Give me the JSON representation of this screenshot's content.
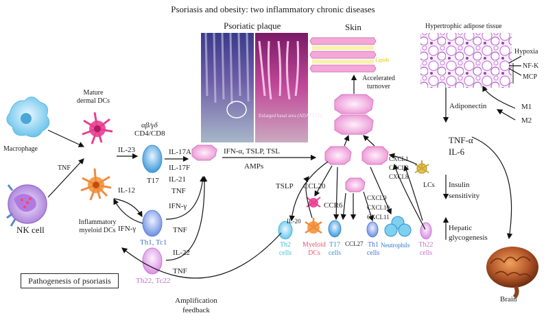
{
  "title": "Psoriasis and obesity: two inflammatory chronic diseases",
  "panels": {
    "psoriatic_plaque": "Psoriatic plaque",
    "skin": "Skin",
    "adipose": "Hypertrophic adipose tissue",
    "plaque_inset": "Enlarged basal area (ADAPTED)",
    "lipids": "Lipids"
  },
  "cells": {
    "macrophage": "Macrophage",
    "nk_cell": "NK cell",
    "mature_dcs": "Mature\ndermal DCs",
    "inflam_dcs": "Inflammatory\nmyeloid DCs",
    "ab_gd": "αβ/γδ",
    "cd4_cd8": "CD4/CD8",
    "t17": "T17",
    "th1_tc1": "Th1, Tc1",
    "th22_tc22": "Th22, Tc22",
    "lcs": "LCs",
    "th2_cells": "Th2\ncells",
    "myeloid_dcs": "Myeloid\nDCs",
    "t17_cells": "T17\ncells",
    "th1_cells": "Th1\ncells",
    "neutrophils": "Neutrophils",
    "th22_cells": "Th22\ncells",
    "brain": "Brain"
  },
  "labels": {
    "tnf_left": "TNF",
    "il23": "IL-23",
    "il12": "IL-12",
    "ifng_left": "IFN-γ",
    "il17a": "IL-17A",
    "il17f": "IL-17F",
    "il21": "IL-21",
    "tnf_t17": "TNF",
    "ifng_mid": "IFN-γ",
    "tnf_th1": "TNF",
    "il22": "IL-22",
    "tnf_th22": "TNF",
    "ifn_tslp": "IFN-α, TSLP, TSL",
    "amps": "AMPs",
    "accelerated": "Accelerated\nturnover",
    "tslp": "TSLP",
    "ccl20": "CCL20",
    "ccr6": "CCR6",
    "il20": "IL-20",
    "ccl27": "CCL27",
    "cxcl1": "CXCL1",
    "cxcl2": "CXCL2",
    "cxcl8": "CXCL8",
    "cxcl9": "CXCL9",
    "cxcl10": "CXCL10",
    "cxcl11": "CXCL11",
    "hypoxia": "Hypoxia",
    "nfk": "NF-K",
    "mcp": "MCP",
    "adiponectin": "Adiponectin",
    "m1": "M1",
    "m2": "M2",
    "tnfa": "TNF-α",
    "il6": "IL-6",
    "insulin": "Insulin\nsensitivity",
    "hepatic": "Hepatic\nglycogenesis",
    "amplification": "Amplification\nfeedback",
    "pathogenesis": "Pathogenesis of psoriasis"
  },
  "colors": {
    "keratinocyte": "#f0a6dc",
    "macrophage": "#8fd6f0",
    "nk": "#c9a5e6",
    "t17": "#4aa4dc",
    "th1": "#6b8fe0",
    "th22": "#e3a8e8",
    "dc": "#ef4fa0",
    "myeloid": "#f08a3c",
    "th2_text": "#3fc0d8",
    "myeloid_text": "#e8546b",
    "t17_text": "#3a8fd0",
    "th1_text": "#4a6fd0",
    "neut_text": "#2a77c9",
    "th22_text": "#c070c8",
    "lipids_text": "#e8c400"
  }
}
